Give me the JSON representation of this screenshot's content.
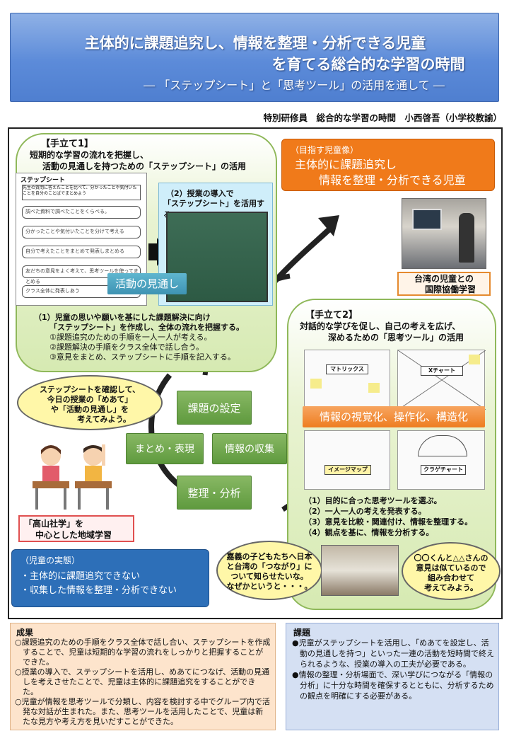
{
  "title": {
    "line1": "主体的に課題追究し、情報を整理・分析できる児童",
    "line2": "を育てる総合的な学習の時間",
    "subtitle": "― 「ステップシート」と「思考ツール」の活用を通して ―"
  },
  "author": "特別研修員　総合的な学習の時間　小西啓吾（小学校教諭）",
  "plan1": {
    "heading": "【手立て1】",
    "sub1": "短期的な学習の流れを把握し、",
    "sub2": "活動の見通しを持つための「ステップシート」の活用",
    "sheet_title": "ステップシート",
    "sheet_note": "先生の質問に答えたことを比べて、分かったことや気付いたことを自分のことばでまとめよう",
    "sheet_rows": [
      "調べた資料で調べたことをくらべる。",
      "分かったことや気付いたことを分けて考える",
      "自分で考えたことをまとめて発表しまとめる",
      "友だちの意見をよく考えて、思考ツールを使ってまとめる",
      "クラス全体に発表しあう"
    ],
    "intro_label": "（2）授業の導入で",
    "intro_label2": "「ステップシート」を活用する。",
    "outlook": "活動の見通し",
    "point1": "（1）児童の思いや願いを基にした課題解決に向け",
    "point2": "「ステップシート」を作成し、全体の流れを把握する。",
    "point3": "①課題追究のための手順を一人一人が考える。",
    "point4": "②課題解決の手順をクラス全体で話し合う。",
    "point5": "③意見をまとめ、ステップシートに手順を記入する。"
  },
  "goal": {
    "label": "（目指す児童像）",
    "line1": "主体的に課題追究し",
    "line2": "情報を整理・分析できる児童"
  },
  "taiwan_caption1": "台湾の児童との",
  "taiwan_caption2": "国際協働学習",
  "plan2": {
    "heading": "【手立て2】",
    "sub1": "対話的な学びを促し、自己の考えを広げ、",
    "sub2": "深めるための「思考ツール」の活用",
    "tools": [
      "マトリックス",
      "Xチャート",
      "イメージマップ",
      "クラゲチャート"
    ],
    "visualize": "情報の視覚化、操作化、構造化",
    "point1": "（1）目的に合った思考ツールを選ぶ。",
    "point2": "（2）一人一人の考えを発表する。",
    "point3": "（3）意見を比較・関連付け、情報を整理する。",
    "point4": "（4）観点を基に、情報を分析する。"
  },
  "cycle": {
    "setting": "課題の設定",
    "summary": "まとめ・表現",
    "collect": "情報の収集",
    "analyze": "整理・分析"
  },
  "bubble_left": [
    "ステップシートを確認して、",
    "今日の授業の「めあて」",
    "や「活動の見通し」を",
    "考えてみよう。"
  ],
  "local_study": [
    "「高山社学」を",
    "中心とした地域学習"
  ],
  "situation": {
    "label": "（児童の実態）",
    "line1": "・主体的に課題追究できない",
    "line2": "・収集した情報を整理・分析できない"
  },
  "bubble_mid": [
    "嘉義の子どもたちへ日本",
    "と台湾の「つながり」に",
    "ついて知らせたいな。",
    "なぜかというと・・・。"
  ],
  "bubble_right": [
    "〇〇くんと△△さんの",
    "意見は似ているので",
    "組み合わせて",
    "考えてみよう。"
  ],
  "results": {
    "title": "成果",
    "items": [
      "○課題追究のための手順をクラス全体で話し合い、ステップシートを作成することで、児童は短期的な学習の流れをしっかりと把握することができた。",
      "○授業の導入で、ステップシートを活用し、めあてにつなげ、活動の見通しを考えさせたことで、児童は主体的に課題追究をすることができた。",
      "○児童が情報を思考ツールで分類し、内容を検討する中でグループ内で活発な対話が生まれた。また、思考ツールを活用したことで、児童は新たな見方や考え方を見いだすことができた。"
    ]
  },
  "issues": {
    "title": "課題",
    "items": [
      "●児童がステップシートを活用し、「めあてを設定し、活動の見通しを持つ」といった一連の活動を短時間で終えられるような、授業の導入の工夫が必要である。",
      "●情報の整理・分析場面で、深い学びにつながる「情報の分析」に十分な時間を確保するとともに、分析するための観点を明確にする必要がある。"
    ]
  },
  "colors": {
    "banner": "#5c8bd9",
    "goal": "#f07a1a",
    "cycle": "#6fa54a",
    "situation": "#2d6fb8"
  }
}
